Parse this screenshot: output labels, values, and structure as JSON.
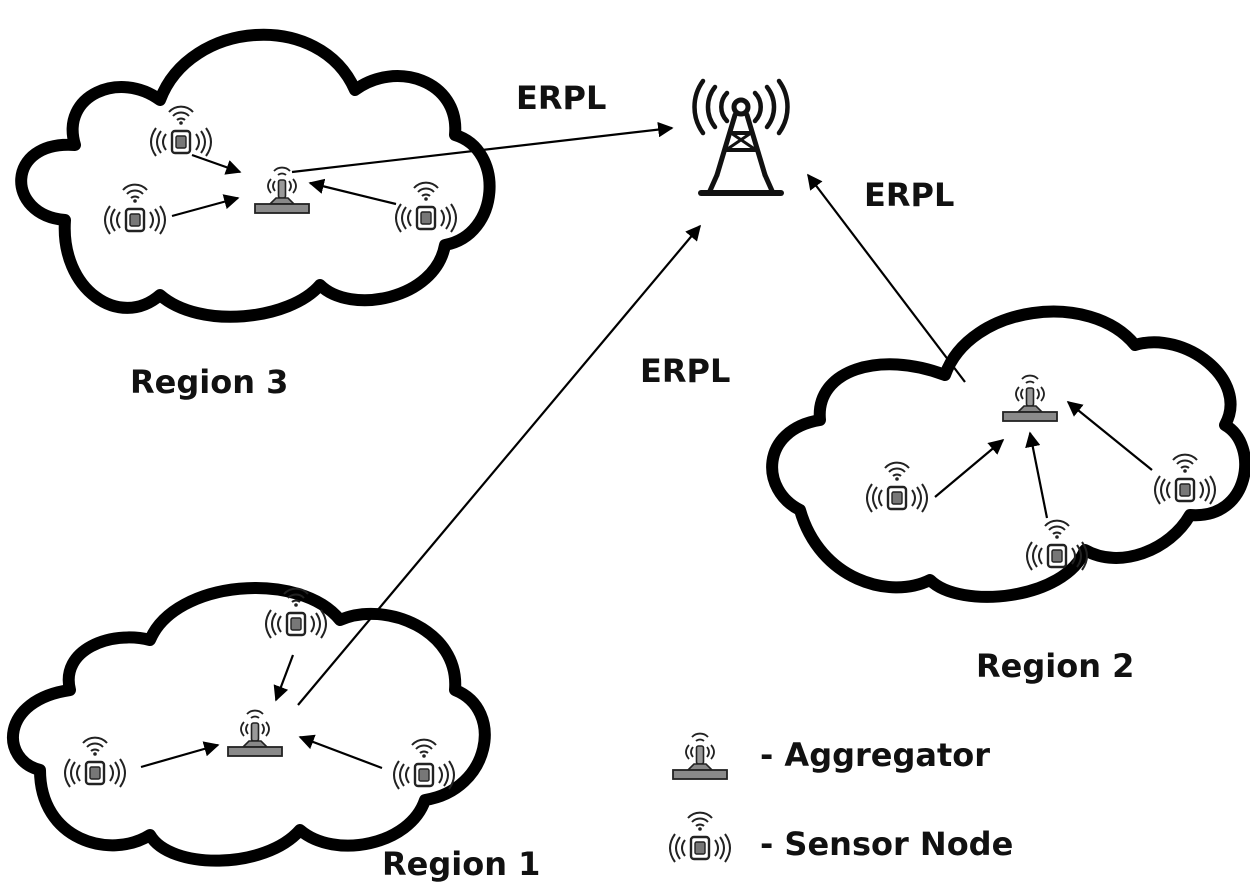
{
  "regions": [
    {
      "id": "region-3",
      "label": "Region 3"
    },
    {
      "id": "region-2",
      "label": "Region 2"
    },
    {
      "id": "region-1",
      "label": "Region 1"
    }
  ],
  "links": [
    {
      "label": "ERPL",
      "from": "region-3",
      "to": "tower"
    },
    {
      "label": "ERPL",
      "from": "region-2",
      "to": "tower"
    },
    {
      "label": "ERPL",
      "from": "region-1",
      "to": "tower"
    }
  ],
  "legend": {
    "aggregator": "- Aggregator",
    "sensor": "- Sensor Node"
  },
  "icons": {
    "tower": "cell-tower-icon",
    "aggregator": "aggregator-icon",
    "sensor": "sensor-node-icon"
  }
}
